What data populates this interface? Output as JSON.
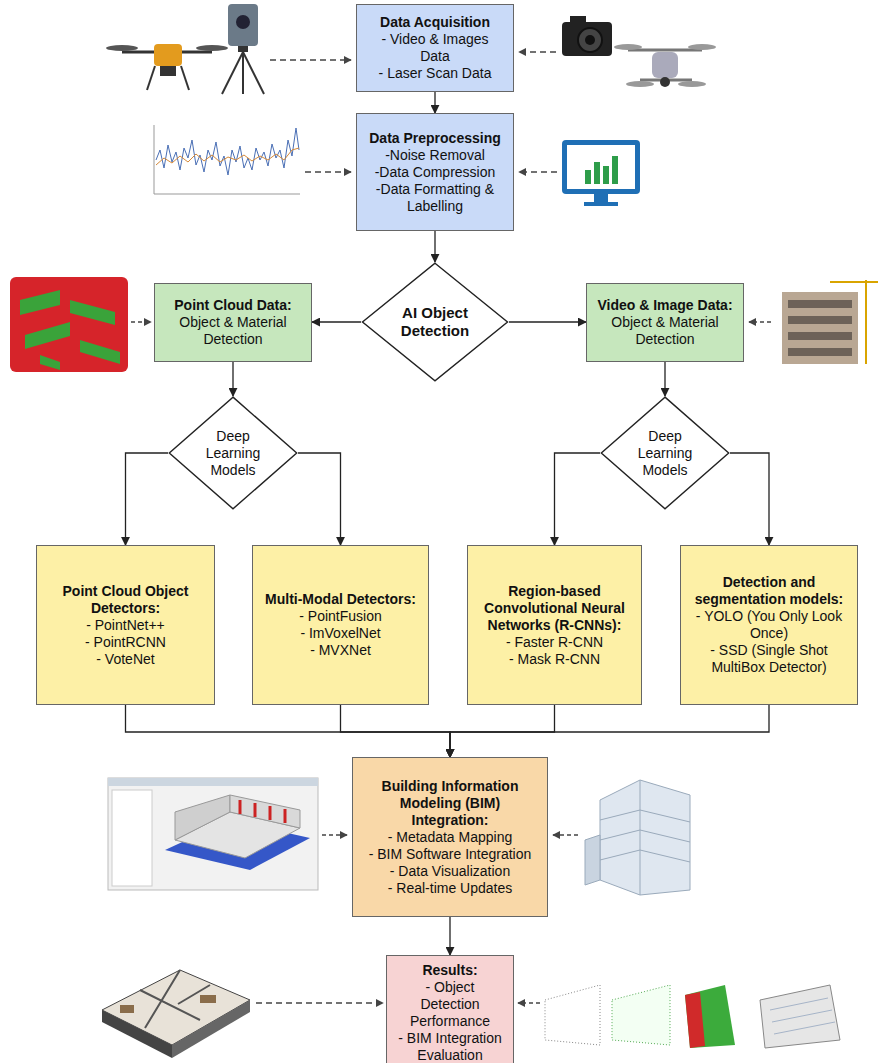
{
  "diagram": {
    "nodes": [
      {
        "text": [
          "Data Acquisition",
          "- Video & Images Data",
          "- Laser Scan Data"
        ]
      },
      {
        "text": [
          "Data Preprocessing",
          "-Noise Removal",
          "-Data Compression",
          "-Data Formatting & Labelling"
        ]
      },
      {
        "text": [
          "Point Cloud Data:",
          "Object & Material Detection"
        ]
      },
      {
        "text": [
          "AI Object Detection"
        ]
      },
      {
        "text": [
          "Video & Image Data:",
          "Object & Material Detection"
        ]
      },
      {
        "text": [
          "Deep Learning Models"
        ]
      },
      {
        "text": [
          "Deep Learning Models"
        ]
      },
      {
        "text": [
          "Point Cloud Object Detectors:",
          "- PointNet++",
          "- PointRCNN",
          "- VoteNet"
        ]
      },
      {
        "text": [
          "Multi-Modal Detectors:",
          "- PointFusion",
          "- ImVoxelNet",
          "- MVXNet"
        ]
      },
      {
        "text": [
          "Region-based Convolutional Neural Networks (R-CNNs):",
          "- Faster R-CNN",
          "- Mask R-CNN"
        ]
      },
      {
        "text": [
          "Detection and segmentation models:",
          "- YOLO (You Only Look Once)",
          "- SSD (Single Shot MultiBox Detector)"
        ]
      },
      {
        "text": [
          "Building Information Modeling (BIM) Integration:",
          "- Metadata Mapping",
          "- BIM Software Integration",
          "- Data Visualization",
          "- Real-time Updates"
        ]
      },
      {
        "text": [
          "Results:",
          "- Object Detection Performance",
          "- BIM Integration Evaluation"
        ]
      }
    ],
    "edges": [
      {
        "from": 0,
        "to": 1,
        "arrow": "to"
      },
      {
        "from": 1,
        "to": 3,
        "arrow": "to"
      },
      {
        "from": 3,
        "to": 2,
        "arrow": "to"
      },
      {
        "from": 3,
        "to": 4,
        "arrow": "to"
      },
      {
        "from": 2,
        "to": 5,
        "arrow": "to"
      },
      {
        "from": 4,
        "to": 6,
        "arrow": "to"
      },
      {
        "from": 5,
        "to": 7,
        "arrow": "to"
      },
      {
        "from": 5,
        "to": 8,
        "arrow": "to"
      },
      {
        "from": 6,
        "to": 9,
        "arrow": "to"
      },
      {
        "from": 6,
        "to": 10,
        "arrow": "to"
      },
      {
        "from": 7,
        "to": 11,
        "arrow": "to"
      },
      {
        "from": 8,
        "to": 11,
        "arrow": "to"
      },
      {
        "from": 9,
        "to": 11,
        "arrow": "to"
      },
      {
        "from": 10,
        "to": 11,
        "arrow": "to"
      },
      {
        "from": 11,
        "to": 12,
        "arrow": "to"
      }
    ]
  }
}
